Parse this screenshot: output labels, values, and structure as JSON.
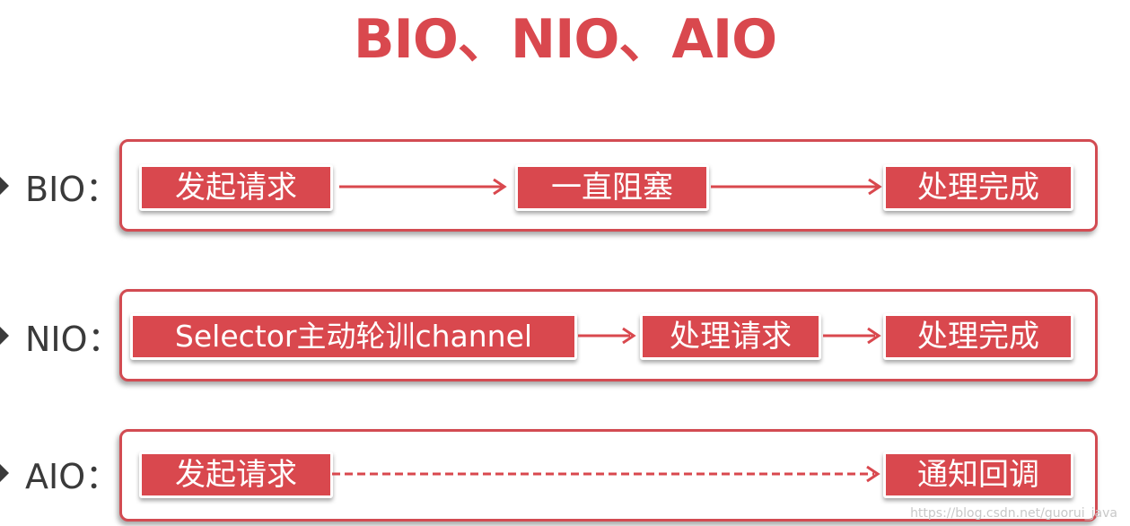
{
  "title": "BIO、NIO、AIO",
  "rows": [
    {
      "label": "BIO：",
      "steps": [
        "发起请求",
        "一直阻塞",
        "处理完成"
      ]
    },
    {
      "label": "NIO：",
      "steps": [
        "Selector主动轮训channel",
        "处理请求",
        "处理完成"
      ]
    },
    {
      "label": "AIO：",
      "steps": [
        "发起请求",
        "通知回调"
      ]
    }
  ],
  "watermark": "https://blog.csdn.net/guorui_java",
  "colors": {
    "accent": "#d9484e",
    "panel_border": "#d24b52",
    "label_text": "#3a3a3a",
    "step_text": "#ffffff"
  }
}
